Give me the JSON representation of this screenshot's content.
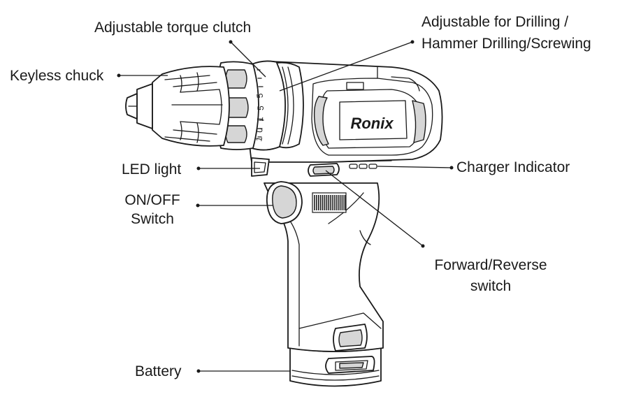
{
  "brand": {
    "logo_text": "Ronix"
  },
  "clutch_scale": [
    "1",
    "0",
    "1",
    "5",
    "5"
  ],
  "labels": {
    "keyless_chuck": "Keyless chuck",
    "torque_clutch": "Adjustable torque clutch",
    "mode_line1": "Adjustable for Drilling /",
    "mode_line2": "Hammer Drilling/Screwing",
    "led_light": "LED light",
    "charger_indicator": "Charger Indicator",
    "onoff_line1": "ON/OFF",
    "onoff_line2": "Switch",
    "fr_line1": "Forward/Reverse",
    "fr_line2": "switch",
    "battery": "Battery"
  },
  "colors": {
    "ink": "#1a1a1a",
    "fill_gray": "#d6d6d6",
    "background": "#ffffff"
  }
}
